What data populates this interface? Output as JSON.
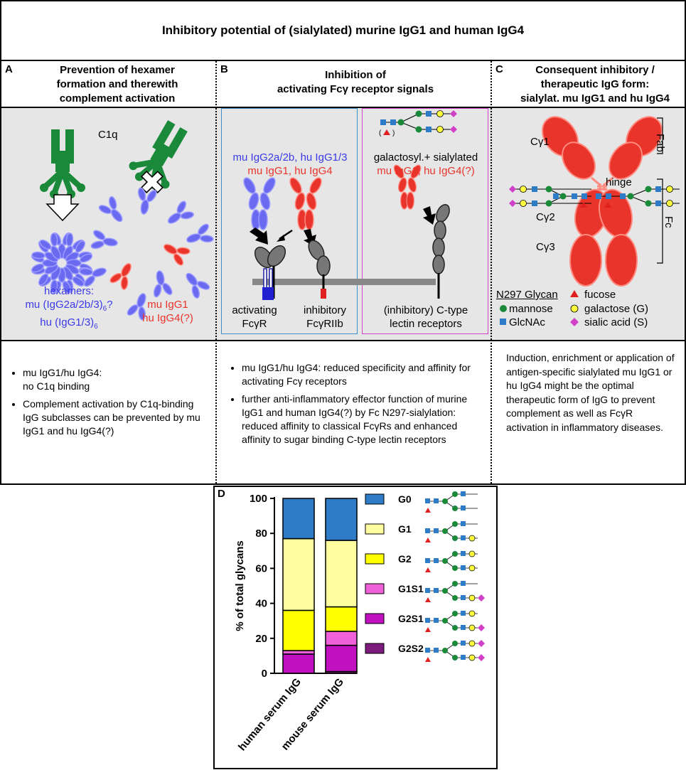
{
  "title": "Inhibitory potential of (sialylated) murine IgG1 and human IgG4",
  "panelA": {
    "letter": "A",
    "header_l1": "Prevention of hexamer",
    "header_l2": "formation and therewith",
    "header_l3": "complement activation",
    "c1q": "C1q",
    "hex_l1": "hexamers:",
    "hex_l2": "mu (IgG2a/2b/3)",
    "hex_l2_sub": "6",
    "hex_l2_end": "?",
    "hex_l3": "hu (IgG1/3)",
    "hex_l3_sub": "6",
    "mu_l1": "mu IgG1",
    "mu_l2": "hu IgG4(?)",
    "bullets": [
      "mu IgG1/hu IgG4:\nno C1q binding",
      "Complement activation by C1q-binding IgG subclasses can be prevented by mu IgG1 and hu IgG4(?)"
    ]
  },
  "panelB": {
    "letter": "B",
    "header_l1": "Inhibition of",
    "header_l2": "activating Fcγ receptor signals",
    "blue_l1": "mu IgG2a/2b, hu IgG1/3",
    "red_l1": "mu IgG1, hu IgG4",
    "gal_l1": "galactosyl.+ sialylated",
    "gal_l2": "mu IgG1, hu IgG4(?)",
    "act_l1": "activating",
    "act_l2": "FcγR",
    "inh_l1": "inhibitory",
    "inh_l2": "FcγRIIb",
    "lec_l1": "(inhibitory) C-type",
    "lec_l2": "lectin receptors",
    "bullets": [
      "mu IgG1/hu IgG4: reduced specificity and affinity for activating Fcγ receptors",
      "further anti-inflammatory effector function of murine IgG1 and human IgG4(?) by Fc N297-sialylation: reduced affinity to classical FcγRs and enhanced affinity to sugar binding C-type lectin receptors"
    ]
  },
  "panelC": {
    "letter": "C",
    "header_l1": "Consequent inhibitory /",
    "header_l2": "therapeutic IgG form:",
    "header_l3": "sialylat. mu IgG1 and hu IgG4",
    "cg1": "Cγ1",
    "cg2": "Cγ2",
    "cg3": "Cγ3",
    "hinge": "hinge",
    "fab": "Fab",
    "fc": "Fc",
    "legend_title": "N297 Glycan",
    "legend": {
      "fucose": "fucose",
      "mannose": "mannose",
      "galactose": "galactose (G)",
      "glcnac": "GlcNAc",
      "sialic": "sialic acid (S)"
    },
    "text": "Induction, enrichment or application of antigen-specific sialylated mu IgG1 or hu IgG4 might be the optimal therapeutic form of IgG to prevent complement as well as FcγR activation in inflammatory diseases."
  },
  "panelD": {
    "letter": "D"
  },
  "colors": {
    "blue": "#3a3ae8",
    "red": "#e8342a",
    "green": "#1a8a3a",
    "grey_bg": "#e6e6e6"
  },
  "chart_data": {
    "type": "bar",
    "stacked": true,
    "categories": [
      "human serum IgG",
      "mouse serum IgG"
    ],
    "ylabel": "% of total glycans",
    "ylim": [
      0,
      100
    ],
    "yticks": [
      0,
      20,
      40,
      60,
      80,
      100
    ],
    "series": [
      {
        "name": "G2S2",
        "color": "#7d1a7d",
        "values": [
          0,
          1
        ]
      },
      {
        "name": "G2S1",
        "color": "#c010c0",
        "values": [
          11,
          15
        ]
      },
      {
        "name": "G1S1",
        "color": "#f060d8",
        "values": [
          2,
          8
        ]
      },
      {
        "name": "G2",
        "color": "#ffff00",
        "values": [
          23,
          14
        ]
      },
      {
        "name": "G1",
        "color": "#ffffa0",
        "values": [
          41,
          38
        ]
      },
      {
        "name": "G0",
        "color": "#2e7cc8",
        "values": [
          23,
          24
        ]
      }
    ]
  }
}
